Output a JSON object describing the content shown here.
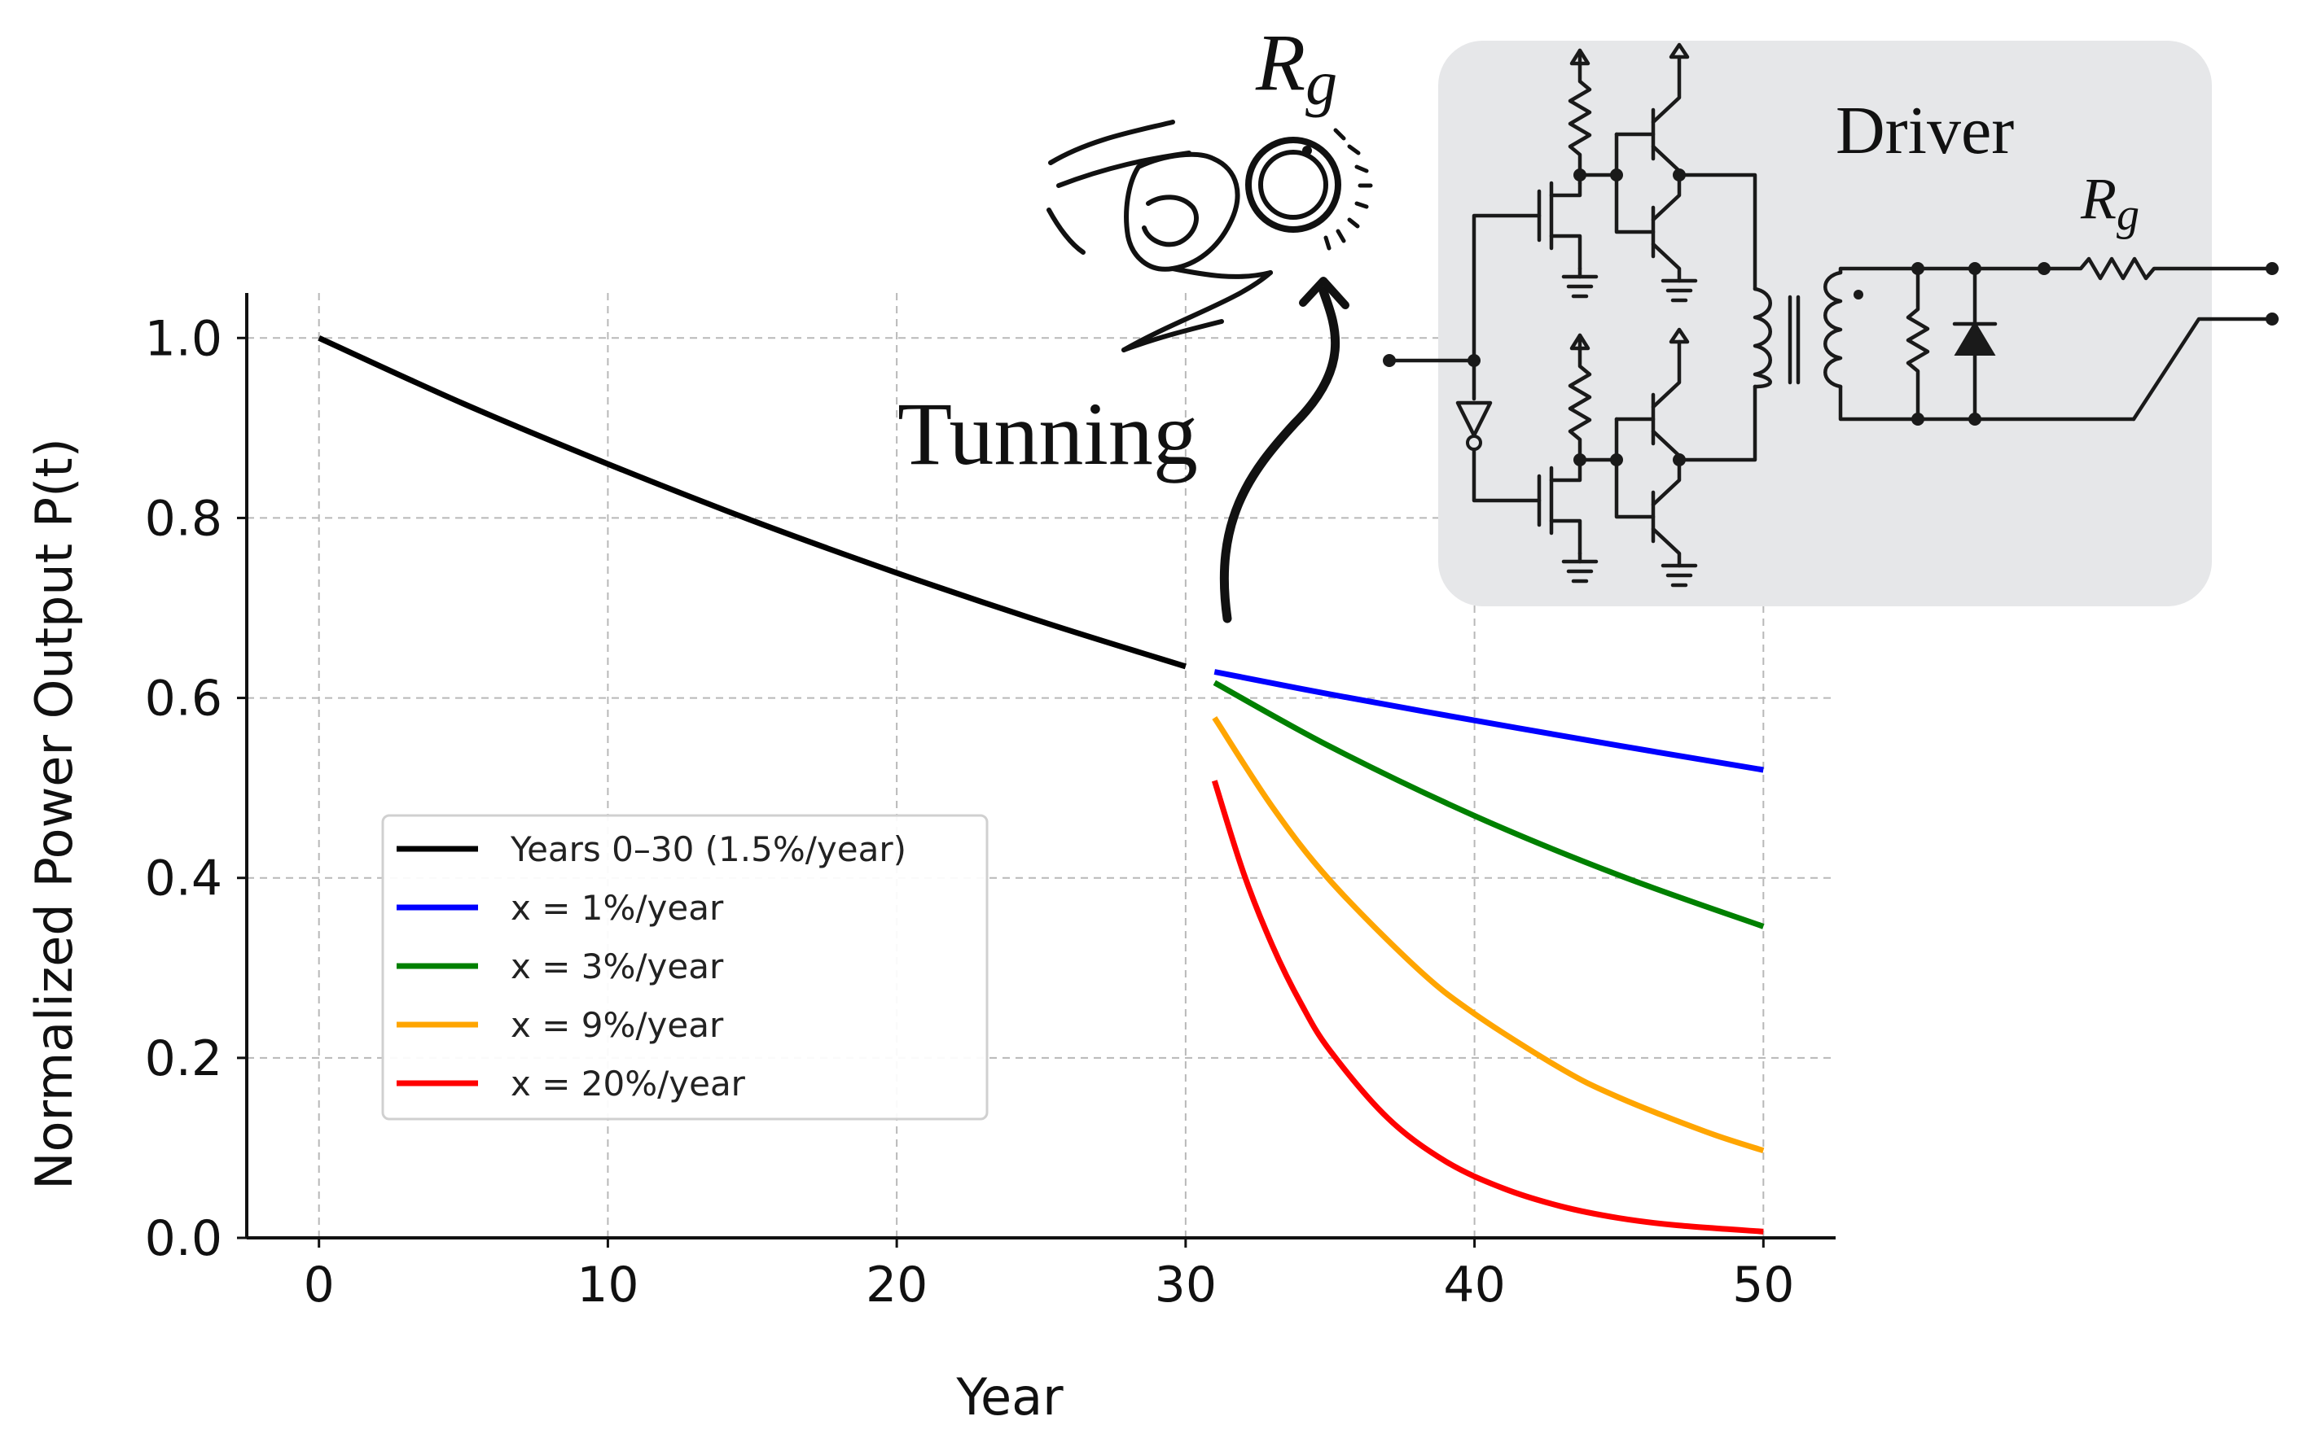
{
  "chart_data": {
    "type": "line",
    "xlabel": "Year",
    "ylabel": "Normalized Power Output P(t)",
    "xlim": [
      -2.5,
      52.5
    ],
    "ylim": [
      0.0,
      1.05
    ],
    "xticks": [
      "0",
      "10",
      "20",
      "30",
      "40",
      "50"
    ],
    "yticks": [
      "0.0",
      "0.2",
      "0.4",
      "0.6",
      "0.8",
      "1.0"
    ],
    "grid": true,
    "legend_position": "lower-left",
    "series": [
      {
        "name": "Years 0–30 (1.5%/year)",
        "color": "#000000",
        "x": [
          0,
          5,
          10,
          15,
          20,
          25,
          30
        ],
        "y": [
          1.0,
          0.927,
          0.86,
          0.797,
          0.739,
          0.685,
          0.635
        ]
      },
      {
        "name": "x = 1%/year",
        "color": "#0000ff",
        "x": [
          31,
          35,
          40,
          45,
          50
        ],
        "y": [
          0.629,
          0.604,
          0.575,
          0.547,
          0.52
        ]
      },
      {
        "name": "x = 3%/year",
        "color": "#008000",
        "x": [
          31,
          35,
          40,
          45,
          50
        ],
        "y": [
          0.617,
          0.546,
          0.469,
          0.403,
          0.346
        ]
      },
      {
        "name": "x = 9%/year",
        "color": "#ffa500",
        "x": [
          31,
          33,
          35,
          38,
          40,
          43,
          45,
          48,
          50
        ],
        "y": [
          0.578,
          0.479,
          0.397,
          0.3,
          0.249,
          0.188,
          0.156,
          0.118,
          0.097
        ]
      },
      {
        "name": "x = 20%/year",
        "color": "#ff0000",
        "x": [
          31,
          32,
          33,
          34,
          35,
          37,
          39,
          41,
          43,
          45,
          47,
          50
        ],
        "y": [
          0.508,
          0.406,
          0.325,
          0.26,
          0.208,
          0.133,
          0.085,
          0.055,
          0.035,
          0.022,
          0.014,
          0.007
        ]
      }
    ]
  },
  "annotations": {
    "tuning_text": "Tunning",
    "knob_label_main": "R",
    "knob_label_sub": "g",
    "driver_title": "Driver",
    "driver_rg_main": "R",
    "driver_rg_sub": "g"
  }
}
